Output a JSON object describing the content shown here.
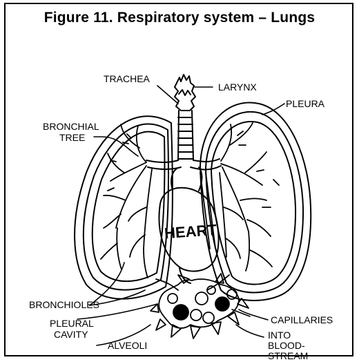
{
  "figure": {
    "title": "Figure 11.  Respiratory system – Lungs"
  },
  "labels": {
    "larynx": "LARYNX",
    "trachea": "TRACHEA",
    "pleura": "PLEURA",
    "bronchial_1": "BRONCHIAL",
    "bronchial_2": "TREE",
    "heart": "HEART",
    "bronchioles": "BRONCHIOLES",
    "pleural_1": "PLEURAL",
    "pleural_2": "CAVITY",
    "alveoli": "ALVEOLI",
    "capillaries": "CAPILLARIES",
    "into_1": "INTO",
    "into_2": "BLOOD-",
    "into_3": "STREAM"
  },
  "colors": {
    "ink": "#000000",
    "background": "#ffffff"
  }
}
